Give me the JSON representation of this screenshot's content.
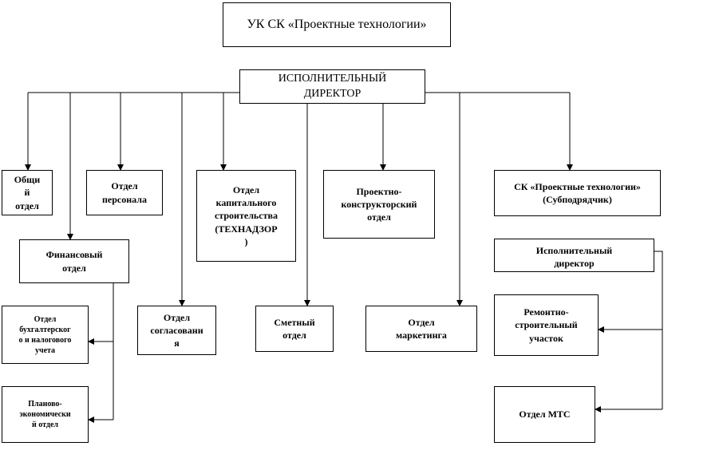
{
  "header": {
    "title": "УК СК «Проектные технологии»"
  },
  "director": {
    "line1": "ИСПОЛНИТЕЛЬНЫЙ",
    "line2": "ДИРЕКТОР"
  },
  "departments": {
    "general": [
      "Общи",
      "й",
      "отдел"
    ],
    "personnel": [
      "Отдел",
      "персонала"
    ],
    "capital": [
      "Отдел",
      "капитального",
      "строительства",
      "(ТЕХНАДЗОР",
      ")"
    ],
    "design": [
      "Проектно-",
      "конструкторский",
      "отдел"
    ],
    "financial": [
      "Финансовый",
      "отдел"
    ],
    "accounting": [
      "Отдел",
      "бухгалтерског",
      "о и налогового",
      "учета"
    ],
    "planning": [
      "Планово-",
      "экономически",
      "й отдел"
    ],
    "approval": [
      "Отдел",
      "согласовани",
      "я"
    ],
    "estimate": [
      "Сметный",
      "отдел"
    ],
    "marketing": [
      "Отдел",
      "маркетинга"
    ]
  },
  "subcontractor": {
    "name": [
      "СК «Проектные технологии»",
      "(Субподрядчик)"
    ],
    "director": [
      "Исполнительный",
      "директор"
    ],
    "repair": [
      "Ремонтно-",
      "строительный",
      "участок"
    ],
    "mts": [
      "Отдел МТС"
    ]
  }
}
